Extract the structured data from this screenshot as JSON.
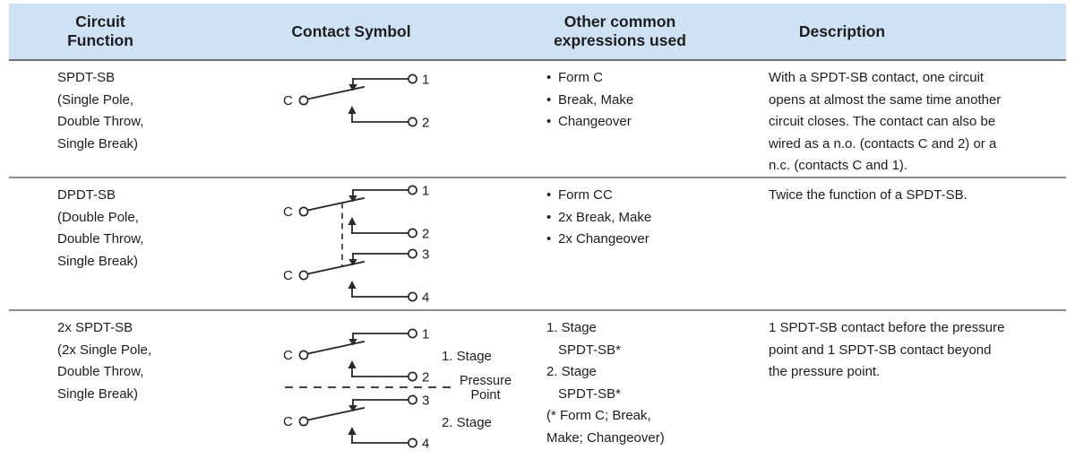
{
  "colors": {
    "header_bg": "#cfe2f4",
    "rule_dark": "#6e7175",
    "rule_light": "#8b8e91",
    "diagram_stroke": "#2a2a2c",
    "text": "#1d1d1f"
  },
  "table": {
    "columns": [
      "Circuit\nFunction",
      "Contact Symbol",
      "Other common\nexpressions used",
      "Description"
    ]
  },
  "rows": [
    {
      "name": "SPDT-SB\n(Single Pole,\nDouble Throw,\nSingle Break)",
      "symbol": {
        "type": "spdt-sb",
        "common": "C",
        "t1": "1",
        "t2": "2"
      },
      "expressions": [
        "Form C",
        "Break, Make",
        "Changeover"
      ],
      "description": "With a SPDT-SB contact, one circuit\nopens at almost the same time another\ncircuit closes. The contact can also be\nwired as a n.o. (contacts C and 2) or a\nn.c. (contacts C and 1)."
    },
    {
      "name": "DPDT-SB\n(Double Pole,\nDouble Throw,\nSingle Break)",
      "symbol": {
        "type": "dpdt-sb",
        "common1": "C",
        "common2": "C",
        "t1": "1",
        "t2": "2",
        "t3": "3",
        "t4": "4"
      },
      "expressions": [
        "Form CC",
        "2x Break, Make",
        "2x Changeover"
      ],
      "description": "Twice the function of a SPDT-SB."
    },
    {
      "name": "2x SPDT-SB\n(2x Single Pole,\nDouble Throw,\nSingle Break)",
      "symbol": {
        "type": "2x-spdt-sb",
        "common1": "C",
        "common2": "C",
        "t1": "1",
        "t2": "2",
        "t3": "3",
        "t4": "4",
        "stage1": "1. Stage",
        "stage2": "2. Stage",
        "pressure_line1": "Pressure",
        "pressure_line2": "Point"
      },
      "expr_lines": [
        {
          "text": "1. Stage",
          "indent": 0
        },
        {
          "text": "SPDT-SB*",
          "indent": 1
        },
        {
          "text": "2. Stage",
          "indent": 0
        },
        {
          "text": "SPDT-SB*",
          "indent": 1
        },
        {
          "text": "(* Form C; Break,",
          "indent": 0
        },
        {
          "text": "Make; Changeover)",
          "indent": 0
        }
      ],
      "description": "1 SPDT-SB contact before the pressure\npoint and 1 SPDT-SB contact beyond\nthe pressure point."
    }
  ]
}
